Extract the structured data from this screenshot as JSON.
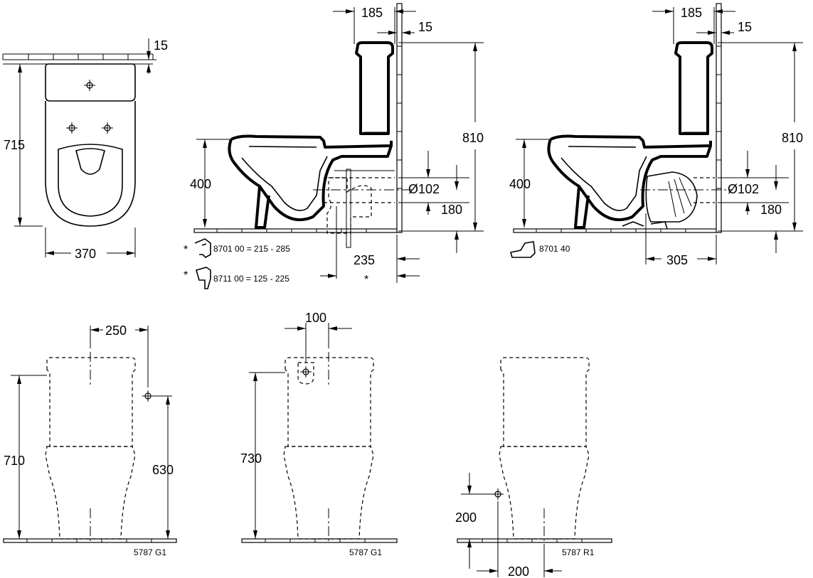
{
  "top_view": {
    "dim_length": "715",
    "dim_width": "370",
    "dim_wall_gap": "15"
  },
  "side_view_left": {
    "dim_185": "185",
    "dim_15": "15",
    "dim_810": "810",
    "dim_400": "400",
    "dim_dia": "Ø102",
    "dim_180": "180",
    "dim_235": "235",
    "note1": "8701 00 = 215 - 285",
    "note2": "8711 00 = 125 - 225",
    "star": "*"
  },
  "side_view_right": {
    "dim_185": "185",
    "dim_15": "15",
    "dim_810": "810",
    "dim_400": "400",
    "dim_dia": "Ø102",
    "dim_180": "180",
    "dim_305": "305",
    "note": "8701 40"
  },
  "front_view_1": {
    "dim_250": "250",
    "dim_710": "710",
    "dim_630": "630",
    "model": "5787 G1"
  },
  "front_view_2": {
    "dim_100": "100",
    "dim_730": "730",
    "model": "5787 G1"
  },
  "front_view_3": {
    "dim_200_v": "200",
    "dim_200_h": "200",
    "model": "5787 R1"
  }
}
